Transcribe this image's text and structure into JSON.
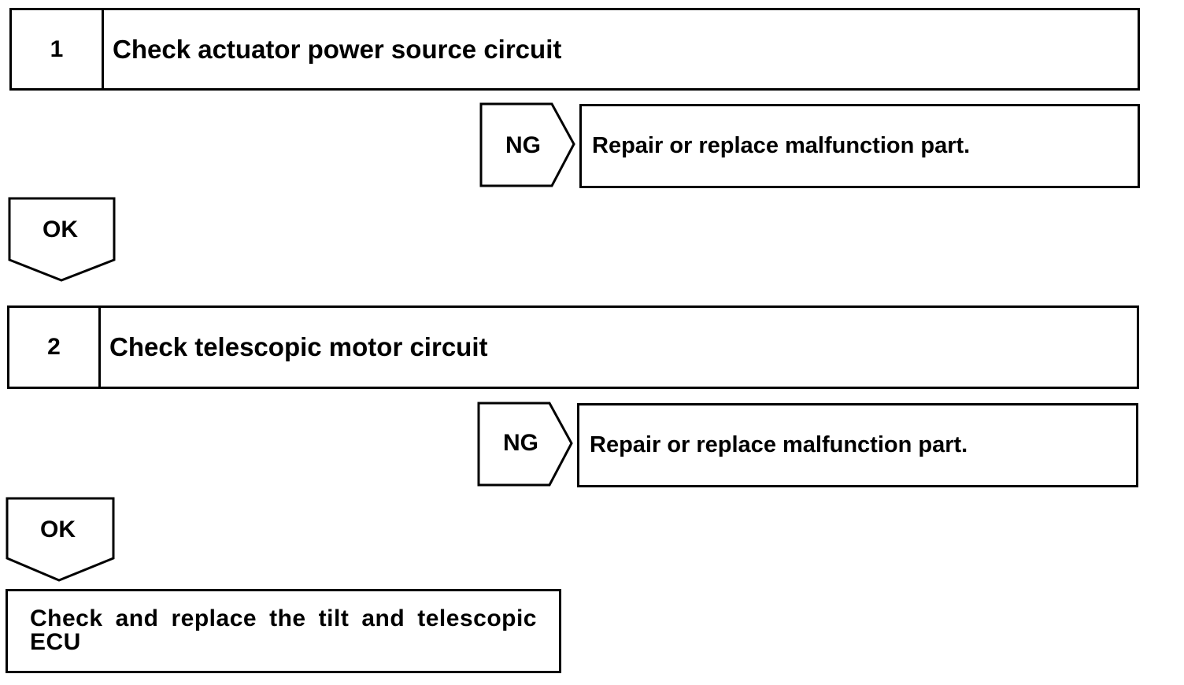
{
  "steps": [
    {
      "number": "1",
      "title": "Check actuator power source circuit",
      "ng_label": "NG",
      "ng_action": "Repair or replace malfunction part.",
      "ok_label": "OK"
    },
    {
      "number": "2",
      "title": "Check telescopic motor circuit",
      "ng_label": "NG",
      "ng_action": "Repair or replace malfunction part.",
      "ok_label": "OK"
    }
  ],
  "final": {
    "action": "Check and replace the tilt and telescopic ECU"
  }
}
